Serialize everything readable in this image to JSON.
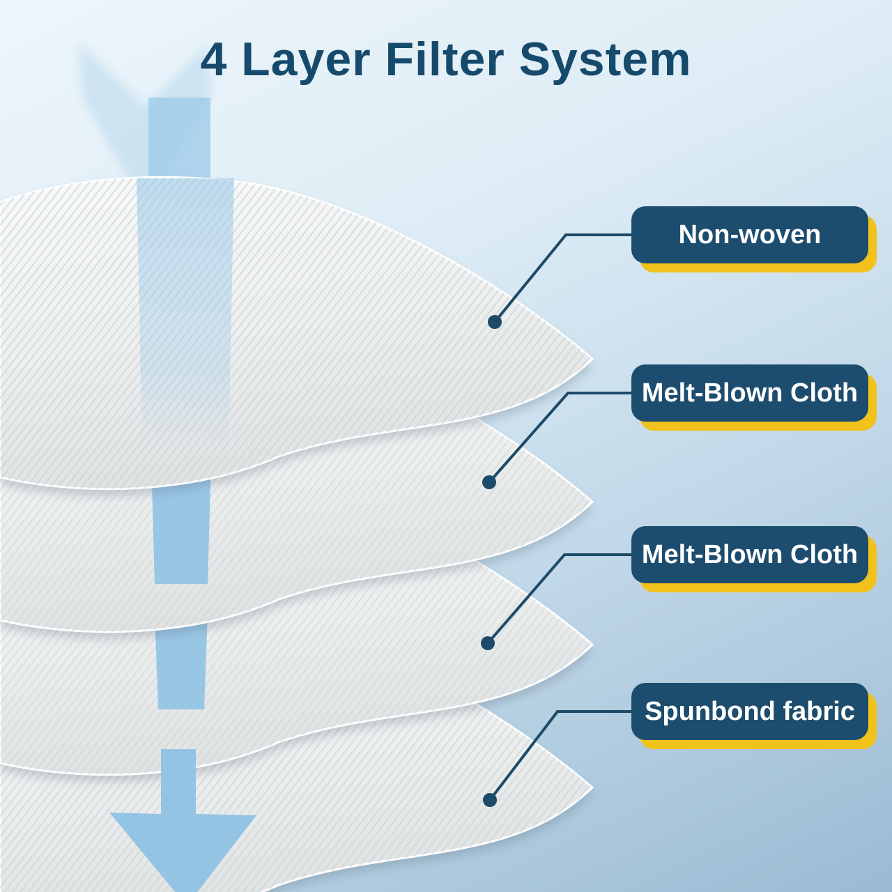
{
  "title": "4 Layer Filter System",
  "layers": [
    {
      "id": 1,
      "label": "Non-woven"
    },
    {
      "id": 2,
      "label": "Melt-Blown Cloth"
    },
    {
      "id": 3,
      "label": "Melt-Blown Cloth"
    },
    {
      "id": 4,
      "label": "Spunbond fabric"
    }
  ],
  "colors": {
    "title_text": "#164a6d",
    "label_background": "#1d4d6e",
    "label_text": "#ffffff",
    "label_shadow": "#f2c21c",
    "connector": "#1d4a68",
    "airflow_arrow": "#8fc2e4",
    "fabric_sheet": "#f2f4f4",
    "background_top_left": "#edf6fb",
    "background_bottom_right": "#9bbbd3"
  }
}
